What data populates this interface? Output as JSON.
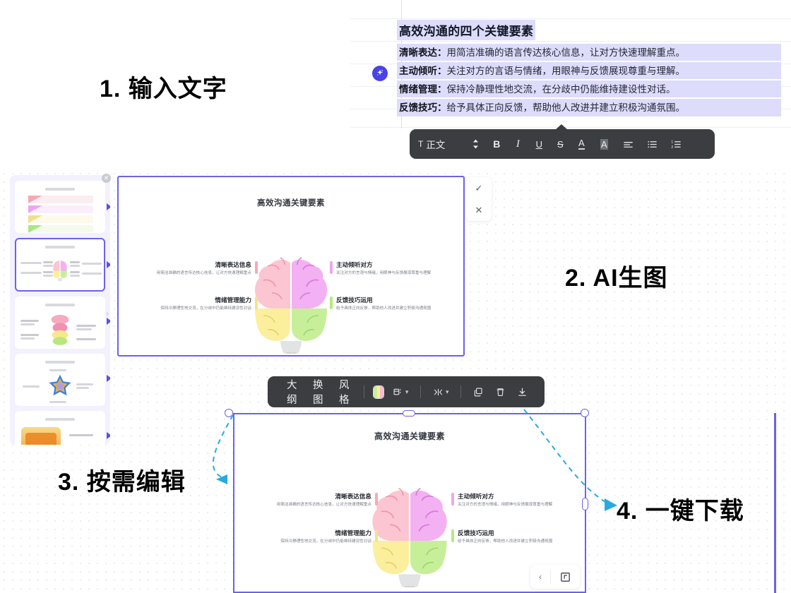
{
  "document": {
    "heading": "高效沟通的四个关键要素",
    "lines": [
      {
        "term": "清晰表达：",
        "text": "用简洁准确的语言传达核心信息，让对方快速理解重点。"
      },
      {
        "term": "主动倾听：",
        "text": "关注对方的言语与情绪，用眼神与反馈展现尊重与理解。"
      },
      {
        "term": "情绪管理：",
        "text": "保持冷静理性地交流，在分歧中仍能维持建设性对话。"
      },
      {
        "term": "反馈技巧：",
        "text": "给予具体正向反馈，帮助他人改进并建立积极沟通氛围。"
      }
    ],
    "ai_icon": "sparkle-icon",
    "selection_color": "#dedcfb"
  },
  "format_toolbar": {
    "style_icon": "text-style-icon",
    "style_label": "正文",
    "stepper_icon": "font-size-stepper-icon",
    "bold": "B",
    "italic": "I",
    "underline": "U",
    "strikethrough": "S",
    "text_color": "A",
    "highlight": "A",
    "align": "align-left-icon",
    "bullet_list": "bullet-list-icon",
    "numbered_list": "numbered-list-icon"
  },
  "steps": [
    {
      "id": "step1",
      "label": "1. 输入文字"
    },
    {
      "id": "step2",
      "label": "2. AI生图"
    },
    {
      "id": "step3",
      "label": "3. 按需编辑"
    },
    {
      "id": "step4",
      "label": "4. 一键下载"
    }
  ],
  "sidebar": {
    "close_icon": "close-icon",
    "collapse_icon": "chevron-right-icon",
    "thumbnails": [
      {
        "name": "thumbnail-list-style",
        "selected": false
      },
      {
        "name": "thumbnail-brain-style",
        "selected": true
      },
      {
        "name": "thumbnail-stack-style",
        "selected": false
      },
      {
        "name": "thumbnail-star-style",
        "selected": false
      },
      {
        "name": "thumbnail-banner-style",
        "selected": false
      }
    ]
  },
  "confirm_controls": {
    "accept_icon": "check-icon",
    "accept_label": "✓",
    "reject_icon": "close-icon",
    "reject_label": "✕"
  },
  "diagram": {
    "title": "高效沟通关键要素",
    "items": [
      {
        "side": "left",
        "heading": "清晰表达信息",
        "desc": "用简洁准确的语言传达核心信息，让对方快速理解重点",
        "color": "#f9a8b6"
      },
      {
        "side": "right",
        "heading": "主动倾听对方",
        "desc": "关注对方的言语与情绪，用眼神与反馈展现尊重与理解",
        "color": "#eda6ef"
      },
      {
        "side": "left",
        "heading": "情绪管理能力",
        "desc": "保持冷静理性地交流，在分歧中仍能维持建设性对话",
        "color": "#f7e08a"
      },
      {
        "side": "right",
        "heading": "反馈技巧运用",
        "desc": "给予具体正向反馈，帮助他人改进并建立积极沟通氛围",
        "color": "#b6ea7d"
      }
    ],
    "brain_colors": {
      "top_left": "#fbc5d2",
      "top_right": "#f3b0f2",
      "bottom_left": "#fbef9e",
      "bottom_right": "#c7ef9a",
      "base": "#e2e3e5"
    }
  },
  "edit_toolbar": {
    "outline_label": "大纲",
    "replace_label": "换图",
    "style_label": "风格",
    "color_swatch_icon": "color-palette-icon",
    "swatch_colors": [
      "#cdee9a",
      "#f7ef9d",
      "#f6bcd0"
    ],
    "layout_icon": "layout-icon",
    "layout_chevron": "chevron-down-icon",
    "spacing_icon": "spacing-icon",
    "spacing_chevron": "chevron-down-icon",
    "copy_icon": "copy-icon",
    "delete_icon": "trash-icon",
    "download_icon": "download-icon"
  },
  "mini_controls": {
    "prev_icon": "chevron-left-icon",
    "prev_label": "‹",
    "fullscreen_icon": "fullscreen-icon"
  },
  "colors": {
    "accent": "#6b62e8",
    "toolbar_bg": "#3b3d40",
    "arrow": "#29a9e0",
    "sidebar_bg": "#f2f1fd"
  }
}
